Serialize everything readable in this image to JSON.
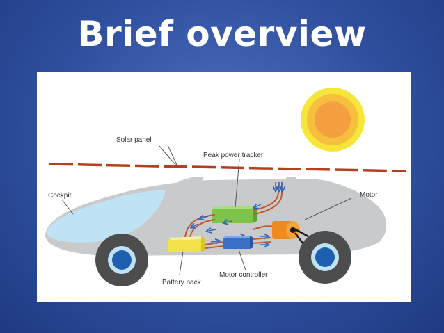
{
  "slide": {
    "title": "Brief overview"
  },
  "diagram": {
    "labels": {
      "solar_panel": "Solar panel",
      "peak_power_tracker": "Peak power tracker",
      "cockpit": "Cockpit",
      "motor": "Motor",
      "battery_pack": "Battery pack",
      "motor_controller": "Motor controller"
    },
    "colors": {
      "car_body": "#c8cacb",
      "cockpit_glass": "#bfe3f5",
      "solar_panel": "#b5401f",
      "tracker": "#7ec44a",
      "battery": "#f2e24a",
      "controller": "#3b6fc6",
      "motor": "#f08a1e",
      "wires": "#c0582e",
      "arrows": "#2f67c0",
      "sun_outer": "#f7e63a",
      "sun_inner": "#f5a83c",
      "tire": "#4d4d4d",
      "hub": "#1f5fb0"
    }
  }
}
